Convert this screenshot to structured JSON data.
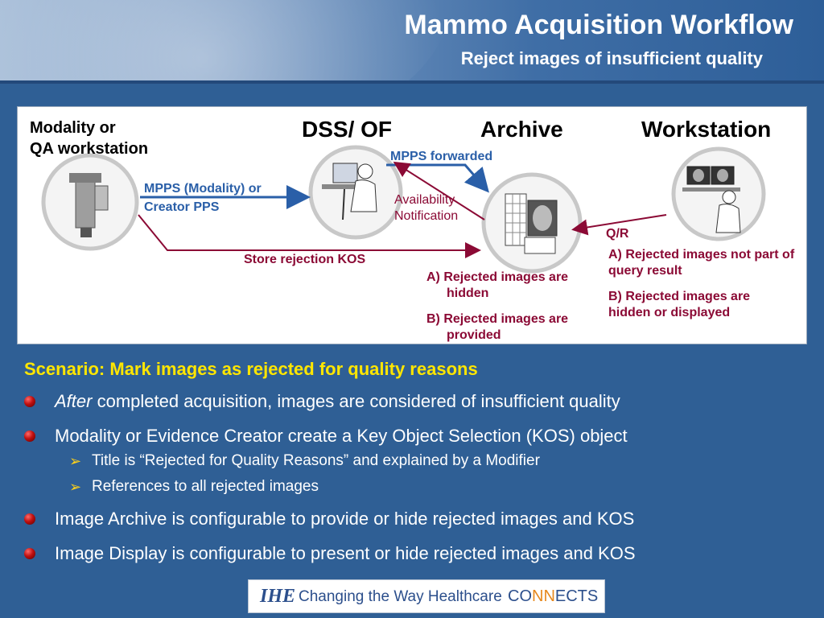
{
  "header": {
    "title": "Mammo Acquisition Workflow",
    "subtitle": "Reject images of insufficient quality"
  },
  "diagram": {
    "roles": {
      "modality_line1": "Modality or",
      "modality_line2": "QA workstation",
      "dss": "DSS/ OF",
      "archive": "Archive",
      "workstation": "Workstation"
    },
    "messages": {
      "mpps_forwarded": "MPPS forwarded",
      "mpps_modality_line1": "MPPS (Modality) or",
      "mpps_modality_line2": "Creator PPS",
      "availability_line1": "Availability",
      "availability_line2": "Notification",
      "store_kos": "Store rejection KOS",
      "qr": "Q/R"
    },
    "archive_notes": {
      "a": "A) Rejected images are hidden",
      "b": "B) Rejected images are provided"
    },
    "workstation_notes": {
      "a": "A) Rejected images not part of query result",
      "b": "B) Rejected images are hidden or displayed"
    },
    "colors": {
      "blue_arrow": "#2a5fa8",
      "red_arrow": "#8b0a35"
    }
  },
  "body": {
    "scenario": "Scenario: Mark images as rejected for quality reasons",
    "bullet1_italic": "After",
    "bullet1_rest": " completed acquisition, images are considered of insufficient quality",
    "bullet2": "Modality or Evidence Creator create a Key Object Selection (KOS) object",
    "sub1": "Title is “Rejected for Quality Reasons” and explained by a Modifier",
    "sub2": "References to all rejected images",
    "bullet3": "Image Archive is configurable to provide or hide rejected images and KOS",
    "bullet4": "Image Display is configurable to present or hide rejected images and KOS",
    "sub_bullet_glyph": "➢"
  },
  "footer": {
    "logo": "IHE",
    "text": "Changing the Way Healthcare",
    "connects_pre": "CO",
    "connects_mid": "NN",
    "connects_post": "ECTS"
  }
}
